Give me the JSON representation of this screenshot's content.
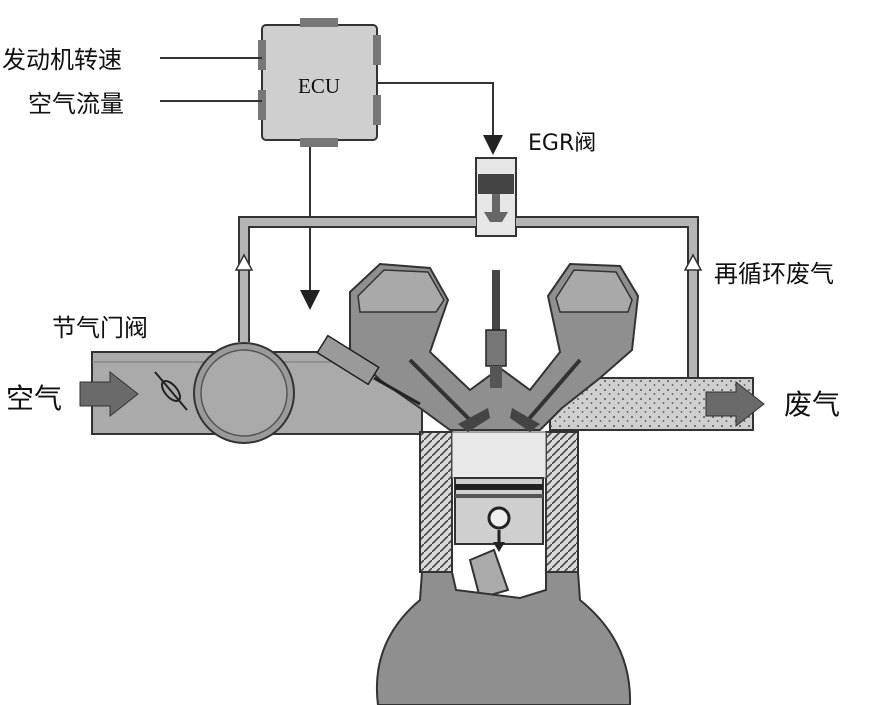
{
  "ecu": {
    "label": "ECU"
  },
  "inputs": {
    "engine_speed": "发动机转速",
    "air_flow": "空气流量"
  },
  "egr_valve": {
    "label": "EGR阀"
  },
  "recirculated_exhaust": {
    "label": "再循环废气"
  },
  "throttle_valve": {
    "label": "节气门阀"
  },
  "intake": {
    "label": "空气"
  },
  "exhaust": {
    "label": "废气"
  },
  "colors": {
    "ecu_fill": "#cfcfcf",
    "pipe_fill": "#aaaaaa",
    "engine_fill": "#8f8f8f",
    "line": "#333333"
  }
}
